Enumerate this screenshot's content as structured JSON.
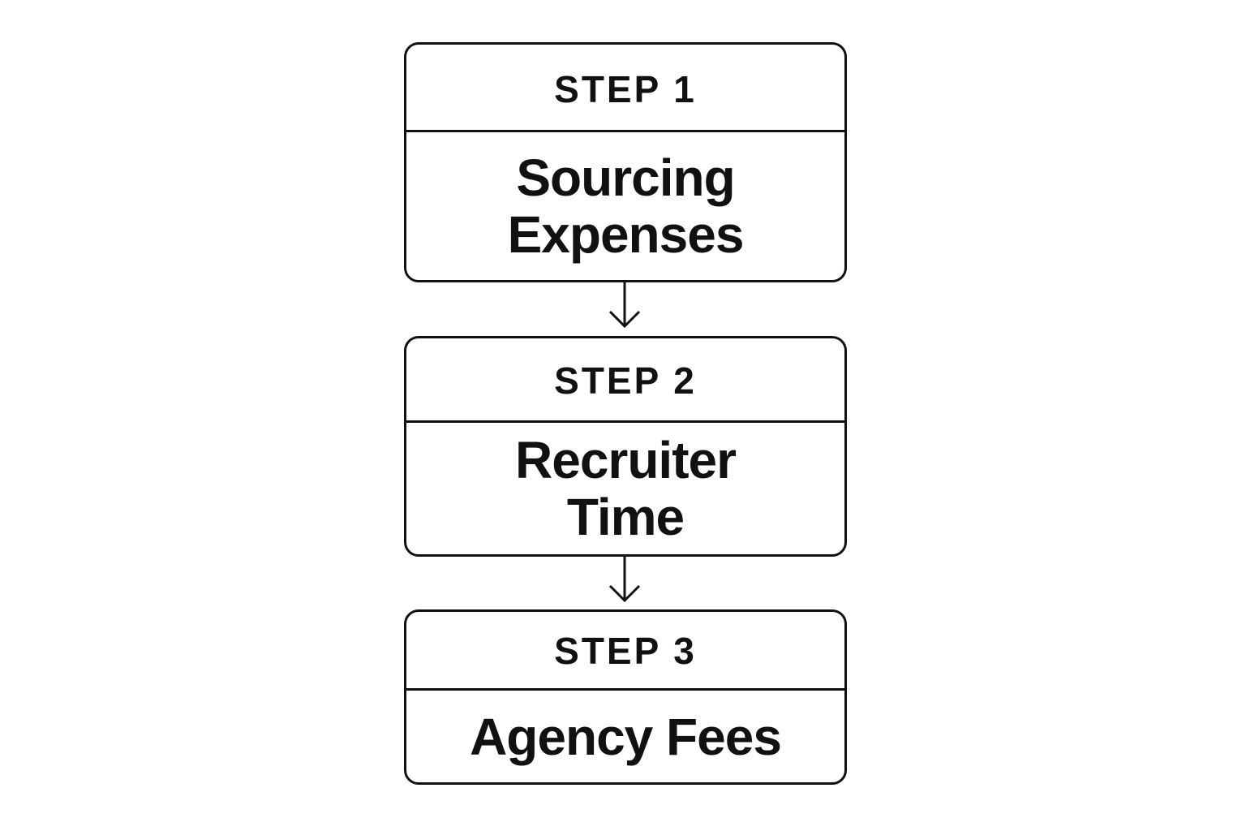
{
  "steps": [
    {
      "label": "STEP 1",
      "title_lines": [
        "Sourcing",
        "Expenses"
      ]
    },
    {
      "label": "STEP 2",
      "title_lines": [
        "Recruiter",
        "Time"
      ]
    },
    {
      "label": "STEP 3",
      "title_lines": [
        "Agency Fees"
      ]
    }
  ],
  "colors": {
    "stroke": "#111111",
    "background": "#ffffff",
    "text": "#111111"
  },
  "icons": {
    "connector": "arrow-down-icon"
  }
}
